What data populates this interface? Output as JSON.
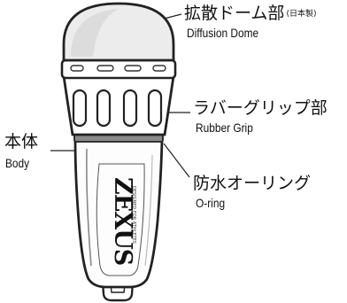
{
  "labels": {
    "diffusion_dome": {
      "jp": "拡散ドーム部",
      "note": "(日本製)",
      "en": "Diffusion Dome"
    },
    "rubber_grip": {
      "jp": "ラバーグリップ部",
      "en": "Rubber Grip"
    },
    "body": {
      "jp": "本体",
      "en": "Body"
    },
    "o_ring": {
      "jp": "防水オーリング",
      "en": "O-ring"
    }
  },
  "product": {
    "brand": "ZEXUS",
    "tagline": "DESIGNED FOR ATHLETES"
  }
}
